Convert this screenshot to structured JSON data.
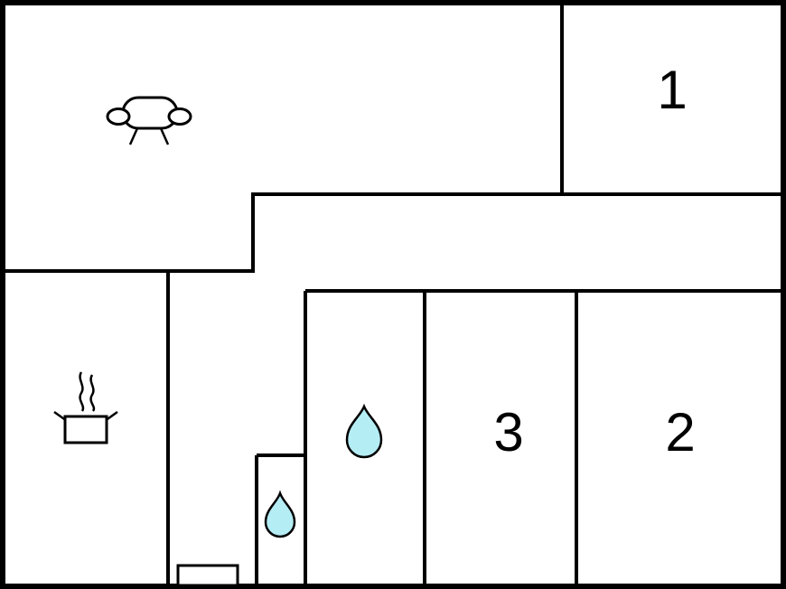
{
  "floorplan": {
    "name": "apartment-floor-plan",
    "rooms": [
      {
        "id": "bedroom-1",
        "label": "1"
      },
      {
        "id": "bedroom-2",
        "label": "2"
      },
      {
        "id": "bedroom-3",
        "label": "3"
      }
    ],
    "icons": [
      "sofa-icon",
      "cooking-pot-icon",
      "steam-icon",
      "water-drop-large-icon",
      "water-drop-small-icon",
      "entrance-door"
    ],
    "colors": {
      "wall": "#000000",
      "background": "#ffffff",
      "water_drop_fill": "#b5edf5"
    }
  }
}
